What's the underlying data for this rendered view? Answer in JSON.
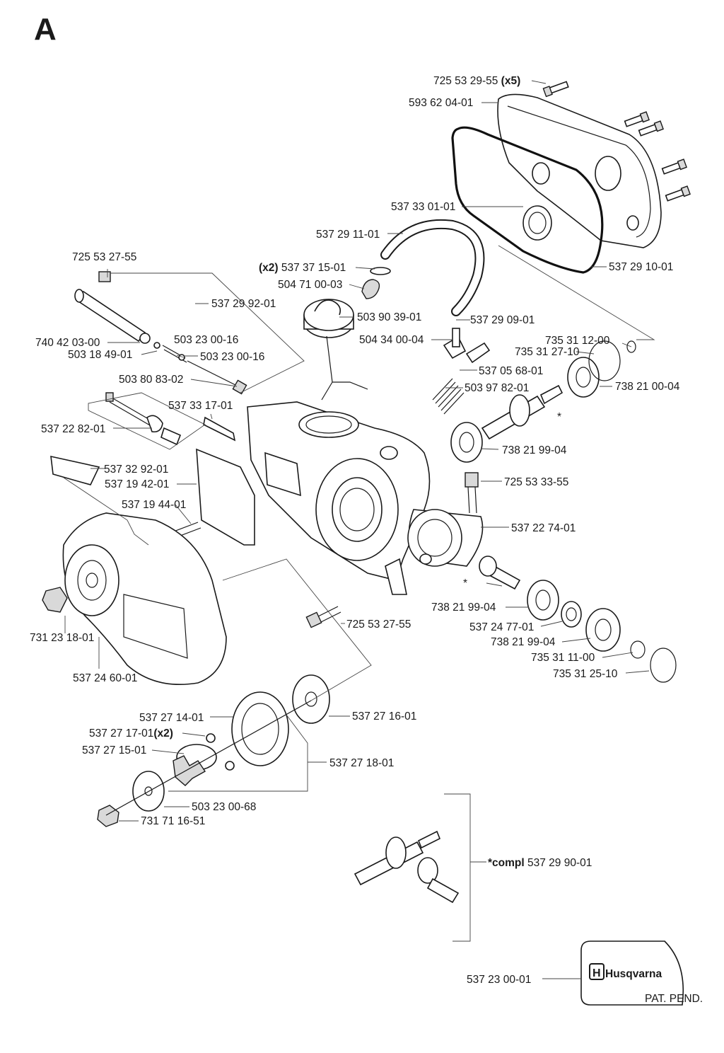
{
  "page_letter": "A",
  "brand": {
    "name": "Husqvarna",
    "note": "PAT. PEND."
  },
  "callouts": [
    {
      "id": "c01",
      "number": "725 53 29-55",
      "qty": "(x5)"
    },
    {
      "id": "c02",
      "number": "593 62 04-01"
    },
    {
      "id": "c03",
      "number": "537 33 01-01"
    },
    {
      "id": "c04",
      "number": "537 29 11-01"
    },
    {
      "id": "c05",
      "number": "537 29 10-01"
    },
    {
      "id": "c06",
      "number": "537 37 15-01",
      "qty": "(x2)"
    },
    {
      "id": "c07",
      "number": "504 71 00-03"
    },
    {
      "id": "c08",
      "number": "725 53 27-55"
    },
    {
      "id": "c09",
      "number": "537 29 92-01"
    },
    {
      "id": "c10",
      "number": "503 90 39-01"
    },
    {
      "id": "c11",
      "number": "537 29 09-01"
    },
    {
      "id": "c12",
      "number": "504 34 00-04"
    },
    {
      "id": "c13",
      "number": "735 31 12-00"
    },
    {
      "id": "c14",
      "number": "735 31 27-10"
    },
    {
      "id": "c15",
      "number": "740 42 03-00"
    },
    {
      "id": "c16",
      "number": "503 23 00-16"
    },
    {
      "id": "c17",
      "number": "503 18 49-01"
    },
    {
      "id": "c18",
      "number": "503 23 00-16"
    },
    {
      "id": "c19",
      "number": "537 05 68-01"
    },
    {
      "id": "c20",
      "number": "738 21 00-04"
    },
    {
      "id": "c21",
      "number": "503 80 83-02"
    },
    {
      "id": "c22",
      "number": "503 97 82-01"
    },
    {
      "id": "c23",
      "number": "537 33 17-01"
    },
    {
      "id": "c24",
      "number": "537 22 82-01"
    },
    {
      "id": "c25",
      "number": "738 21 99-04"
    },
    {
      "id": "c26",
      "number": "537 32 92-01"
    },
    {
      "id": "c27",
      "number": "537 19 42-01"
    },
    {
      "id": "c28",
      "number": "725 53 33-55"
    },
    {
      "id": "c29",
      "number": "537 19 44-01"
    },
    {
      "id": "c30",
      "number": "537 22 74-01"
    },
    {
      "id": "c31",
      "number": "738 21 99-04"
    },
    {
      "id": "c32",
      "number": "537 24 77-01"
    },
    {
      "id": "c33",
      "number": "725 53 27-55"
    },
    {
      "id": "c34",
      "number": "731 23 18-01"
    },
    {
      "id": "c35",
      "number": "738 21 99-04"
    },
    {
      "id": "c36",
      "number": "735 31 11-00"
    },
    {
      "id": "c37",
      "number": "735 31 25-10"
    },
    {
      "id": "c38",
      "number": "537 24 60-01"
    },
    {
      "id": "c39",
      "number": "537 27 14-01"
    },
    {
      "id": "c40",
      "number": "537 27 16-01"
    },
    {
      "id": "c41",
      "number": "537 27 17-01",
      "qty": "(x2)"
    },
    {
      "id": "c42",
      "number": "537 27 15-01"
    },
    {
      "id": "c43",
      "number": "537 27 18-01"
    },
    {
      "id": "c44",
      "number": "503 23 00-68"
    },
    {
      "id": "c45",
      "number": "731 71 16-51"
    },
    {
      "id": "c46",
      "number": "537 29 90-01",
      "prefix": "*compl"
    },
    {
      "id": "c47",
      "number": "537 23 00-01"
    }
  ],
  "markers": {
    "star_1": "*",
    "star_2": "*"
  }
}
